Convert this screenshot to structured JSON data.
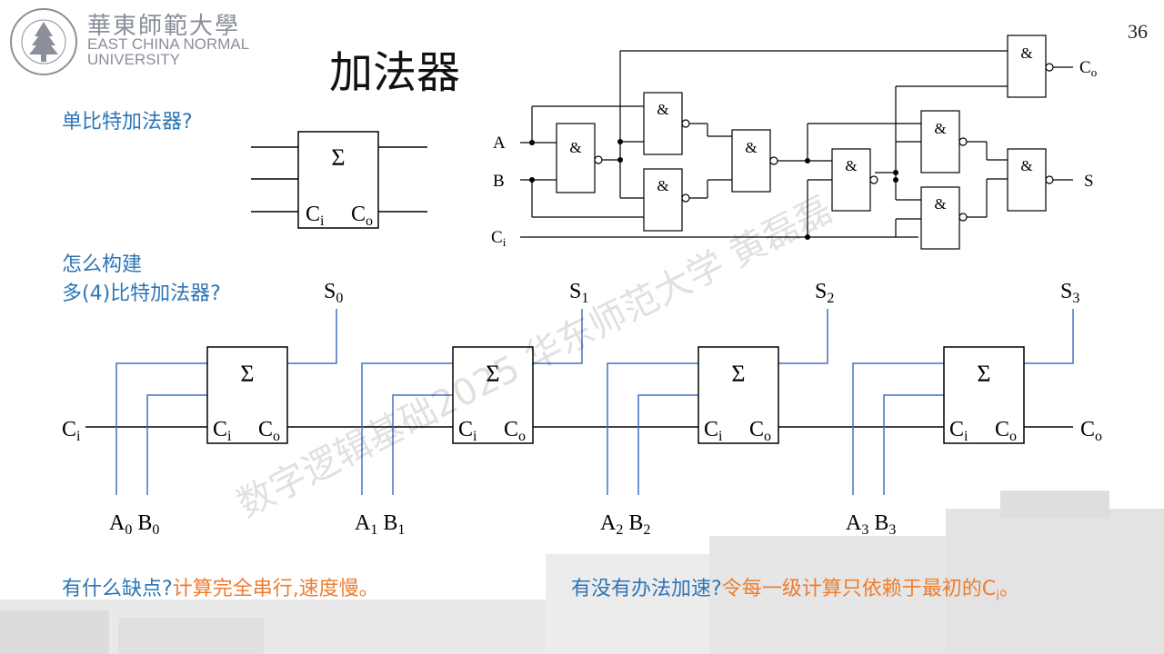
{
  "header": {
    "logo_cn": "華東師範大學",
    "logo_en_1": "EAST CHINA NORMAL",
    "logo_en_2": "UNIVERSITY",
    "page_number": "36"
  },
  "title": "加法器",
  "questions": {
    "q1": "单比特加法器?",
    "q2_line1": "怎么构建",
    "q2_line2": "多(4)比特加法器?"
  },
  "single_adder": {
    "sum_symbol": "Σ",
    "ci": "C",
    "ci_sub": "i",
    "co": "C",
    "co_sub": "o"
  },
  "gate_circuit": {
    "gate_symbol": "&",
    "input_a": "A",
    "input_b": "B",
    "input_c": "C",
    "input_c_sub": "i",
    "out_co": "C",
    "out_co_sub": "o",
    "out_s": "S"
  },
  "ripple_adder": {
    "sum_symbol": "Σ",
    "ci_label": "C",
    "ci_sub": "i",
    "co_label": "C",
    "co_sub": "o",
    "carry_in": "C",
    "carry_in_sub": "i",
    "carry_out": "C",
    "carry_out_sub": "o",
    "stages": [
      {
        "s": "S",
        "s_sub": "0",
        "a": "A",
        "a_sub": "0",
        "b": "B",
        "b_sub": "0"
      },
      {
        "s": "S",
        "s_sub": "1",
        "a": "A",
        "a_sub": "1",
        "b": "B",
        "b_sub": "1"
      },
      {
        "s": "S",
        "s_sub": "2",
        "a": "A",
        "a_sub": "2",
        "b": "B",
        "b_sub": "2"
      },
      {
        "s": "S",
        "s_sub": "3",
        "a": "A",
        "a_sub": "3",
        "b": "B",
        "b_sub": "3"
      }
    ]
  },
  "bottom": {
    "q_left": "有什么缺点?",
    "a_left": "计算完全串行,速度慢。",
    "q_right": "有没有办法加速?",
    "a_right": "令每一级计算只依赖于最初的C",
    "a_right_sub": "i",
    "a_right_end": "。"
  },
  "watermark": "数字逻辑基础2025 华东师范大学 黄磊磊",
  "colors": {
    "blue": "#2e75b6",
    "orange": "#ed7d31",
    "wire_blue": "#4472c4"
  }
}
